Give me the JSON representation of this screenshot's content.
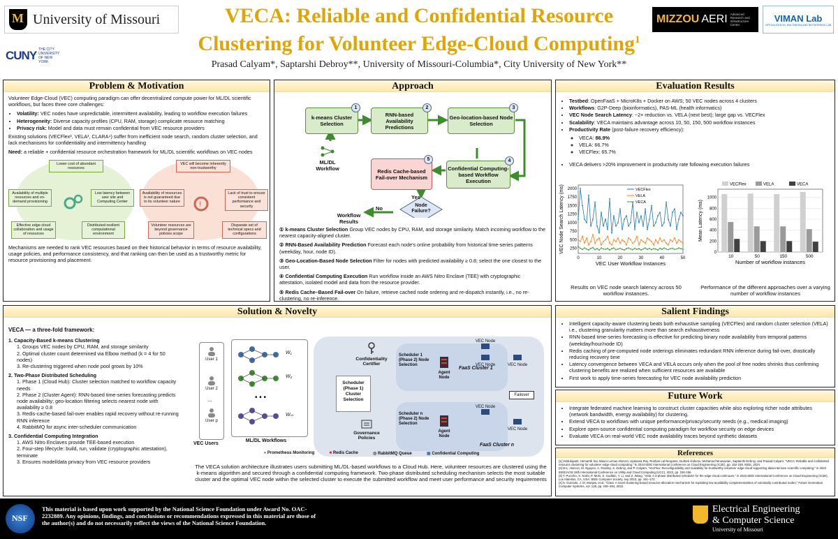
{
  "header": {
    "mu_name": "University of Missouri",
    "cuny_mark": "CUNY",
    "cuny_text": "THE CITY UNIVERSITY OF NEW YORK",
    "title_line1": "VECA: Reliable and Confidential Resource",
    "title_line2": "Clustering for Volunteer Edge-Cloud Computing",
    "title_sup": "1",
    "authors": "Prasad Calyam*, Saptarshi Debroy**, University of Missouri-Columbia*, City University of New York**",
    "aeri_mizzou": "MIZZOU",
    "aeri_name": "AERI",
    "aeri_sub": "Advanced Research and Infrastructure Center",
    "viman": "VIMAN Lab",
    "viman_sub": "VIRTUALIZATION, MULTIMEDIA AND NETWORKING LAB"
  },
  "problem": {
    "title": "Problem & Motivation",
    "intro": "Volunteer Edge-Cloud (VEC) computing paradigm can offer decentralized compute power for ML/DL scientific workflows, but faces three core challenges:",
    "bullets": [
      {
        "b": "Volatility:",
        "t": " VEC nodes have unpredictable, intermittent availability, leading to workflow execution failures"
      },
      {
        "b": "Heterogeneity:",
        "t": " Diverse capacity profiles (CPU, RAM, storage) complicate resource matching"
      },
      {
        "b": "Privacy risk:",
        "t": " Model and data must remain confidential from VEC resource providers"
      }
    ],
    "existing": "Existing solutions (VECFlex², VELA³, CLARA⁴) suffer from inefficient node search, random cluster selection, and lack mechanisms for confidentiality and intermittency handling",
    "need_b": "Need:",
    "need_t": " a reliable + confidential resource orchestration framework for ML/DL scientific workflows on VEC nodes",
    "diagram": {
      "top_left": "Lower cost of abundant resources",
      "top_right": "VEC will become inherently non-trustworthy",
      "avail": "Availability of multiple resources and on-demand provisioning",
      "latency": "Low latency between user site and Computing Center",
      "notguar": "Availability of resources is not guaranteed due to its volunteer nature",
      "trust": "Lack of trust to ensure consistent performance and security",
      "collab": "Effective edge-cloud collaboration and usage of resources",
      "distrib": "Distributed-resilient computational environment",
      "beyond": "Volunteer resources are beyond governance policies scope",
      "disparate": "Disparate set of technical specs and configurations"
    },
    "mech": "Mechanisms are needed to rank VEC resources based on their historical behavior in terms of resource availability, usage policies, and performance consistency, and that ranking can then be used as a trustworthy metric for resource provisioning and placement."
  },
  "approach": {
    "title": "Approach",
    "boxes": {
      "kmeans": "k-means Cluster Selection",
      "rnn": "RNN-based Availability Predictions",
      "geo": "Geo-location-based Node Selection",
      "redis": "Redis Cache-based Fail-over Mechanism",
      "conf": "Confidential Computing-based Workflow Execution",
      "mldl": "ML/DL Workflow",
      "results": "Workflow Results",
      "failure": "Node Failure?",
      "yes": "Yes",
      "no": "No"
    },
    "steps": [
      {
        "n": "①",
        "b": " k-means Cluster Selection",
        "t": " Group VEC nodes by CPU, RAM, and storage similarity. Match incoming workflow to the nearest capacity-aligned cluster."
      },
      {
        "n": "②",
        "b": " RNN-Based Availability Prediction",
        "t": " Forecast each node's online probability from historical time-series patterns (weekday, hour, node ID)."
      },
      {
        "n": "③",
        "b": " Geo-Location-Based Node Selection",
        "t": " Filter for nodes with predicted availability ≥ 0.8; select the one closest to the user."
      },
      {
        "n": "④",
        "b": " Confidential Computing Execution",
        "t": " Run workflow inside an AWS Nitro Enclave (TEE) with cryptographic attestation, isolated model and data from the resource provider."
      },
      {
        "n": "⑤",
        "b": " Redis Cache–Based Fail-over",
        "t": " On failure, retrieve cached node ordering and re-dispatch instantly, i.e., no re-clustering, no re-inference."
      }
    ]
  },
  "evaluation": {
    "title": "Evaluation Results",
    "bullets": [
      {
        "b": "Testbed",
        "t": ": OpenFaaS + MicroK8s + Docker on AWS; 50 VEC nodes across 4 clusters"
      },
      {
        "b": "Workflows",
        "t": ": G2P-Deep (bioinformatics), PAS-ML (health informatics)"
      },
      {
        "b": "VEC Node Search Latency",
        "t": ": ~2× reduction vs. VELA (next best); large gap vs. VECFlex"
      },
      {
        "b": "Scalability",
        "t": ": VECA maintains advantage across 10, 50, 150, 500 workflow instances"
      },
      {
        "b": "Productivity Rate",
        "t": " (post-failure recovery efficiency):"
      }
    ],
    "prod": [
      {
        "t": "VECA: ",
        "b": "86.9%"
      },
      {
        "t": "VELA: 66.7%",
        "b": ""
      },
      {
        "t": "VECFlex: 65.7%",
        "b": ""
      }
    ],
    "improve": "VECA delivers >20% improvement in productivity rate following execution failures",
    "cap1": "Results on VEC node search latency across 50 workflow instances.",
    "cap2": "Performance of the different approaches over a varying number of workflow instances"
  },
  "chart_data": [
    {
      "type": "line",
      "xlabel": "VEC User Workflow Instances",
      "ylabel": "VEC Node Search Latency (ms)",
      "xlim": [
        0,
        50
      ],
      "ylim": [
        100,
        2100
      ],
      "xticks": [
        0,
        10,
        20,
        30,
        40,
        50
      ],
      "yticks": [
        250,
        500,
        750,
        1000,
        1250,
        1500,
        1750,
        2000
      ],
      "legend": "top-center",
      "series": [
        {
          "name": "VECFlex",
          "color": "#1f77b4",
          "values": [
            1100,
            2000,
            1500,
            1100,
            1000,
            1800,
            900,
            1100,
            1600,
            900,
            700,
            1300,
            900,
            1100,
            800,
            1700,
            700,
            1200,
            900,
            1000,
            1400,
            800,
            1100,
            1200,
            900,
            1000,
            1600,
            800,
            1300,
            1000,
            1200,
            900,
            1400,
            800,
            1100,
            1500,
            900,
            1000,
            1200,
            1300,
            900,
            1000,
            1600,
            1100,
            900,
            1300,
            1400,
            800,
            1100,
            1300,
            1200
          ]
        },
        {
          "name": "VELA",
          "color": "#ff7f0e",
          "values": [
            500,
            450,
            600,
            400,
            550,
            350,
            450,
            650,
            400,
            500,
            550,
            350,
            450,
            500,
            600,
            400,
            350,
            500,
            450,
            550,
            400,
            500,
            450,
            350,
            550,
            500,
            400,
            450,
            600,
            350,
            500,
            450,
            400,
            550,
            500,
            450,
            350,
            500,
            400,
            550,
            450,
            500,
            400,
            350,
            500,
            450,
            550,
            400,
            500,
            450,
            400
          ]
        },
        {
          "name": "VECA",
          "color": "#2ca02c",
          "values": [
            300,
            250,
            220,
            260,
            230,
            200,
            250,
            270,
            210,
            240,
            200,
            260,
            230,
            220,
            250,
            200,
            240,
            260,
            210,
            230,
            250,
            220,
            200,
            240,
            260,
            230,
            210,
            250,
            220,
            240,
            200,
            230,
            260,
            220,
            250,
            210,
            240,
            230,
            200,
            250,
            220,
            260,
            230,
            210,
            240,
            250,
            220,
            230,
            260,
            240,
            220
          ]
        }
      ]
    },
    {
      "type": "bar",
      "xlabel": "Number of workflow instances",
      "ylabel": "Mean Latency (ms)",
      "categories": [
        "10",
        "50",
        "150",
        "500"
      ],
      "ylim": [
        0,
        1150
      ],
      "yticks": [
        0,
        200,
        400,
        600,
        800,
        1000
      ],
      "legend": "top",
      "series": [
        {
          "name": "VECFlex",
          "color": "#d0d0d0",
          "values": [
            1060,
            1070,
            1060,
            1100
          ]
        },
        {
          "name": "VELA",
          "color": "#9a9a9a",
          "values": [
            550,
            470,
            470,
            420
          ]
        },
        {
          "name": "VECA",
          "color": "#404040",
          "values": [
            240,
            200,
            200,
            190
          ]
        }
      ]
    }
  ],
  "solution": {
    "title": "Solution & Novelty",
    "framework": "VECA — a three-fold framework:",
    "s1": "1.  Capacity-Based k-means Clustering",
    "s1_items": [
      "1.  Groups VEC nodes by CPU, RAM, and storage similarity",
      "2.  Optimal cluster count determined via Elbow method (k = 4 for 50 nodes)",
      "3.  Re-clustering triggered when node pool grows by 10%"
    ],
    "s2": "2.  Two-Phase Distributed Scheduling",
    "s2_items": [
      "1.  Phase 1 (Cloud Hub): Cluster selection matched to workflow capacity needs",
      "2.  Phase 2 (Cluster Agent): RNN-based time-series forecasting predicts node availability; geo-location filtering selects nearest node with availability ≥ 0.8",
      "3.  Redis-cache-based fail-over enables rapid recovery without re-running RNN inference",
      "4.  RabbitMQ for async inter-scheduler communication"
    ],
    "s3": "3.  Confidential Computing Integration",
    "s3_items": [
      "1.  AWS Nitro Enclaves provide TEE-based execution",
      "2.  Four-step lifecycle: build, run, validate (cryptographic attestation), terminate",
      "3.  Ensures model/data privacy from VEC resource providers"
    ],
    "arch": {
      "user1": "User 1",
      "user2": "User 2",
      "dots": "...",
      "userp": "User p",
      "vecusers": "VEC Users",
      "workflows": "ML/DL Workflows",
      "w1": "W₁",
      "w2": "W₂",
      "wm": "Wₘ",
      "cert": "Confidentiality Certifier",
      "sched1": "Scheduler (Phase 1) Cluster Selection",
      "gov": "Governance Policies",
      "sc1": "Scheduler 1 (Phase 2) Node Selection",
      "scn": "Scheduler n (Phase 2) Node Selection",
      "agent": "Agent Node",
      "vecnode": "VEC Node",
      "faas1": "FaaS Cluster 1",
      "faasn": "FaaS Cluster n",
      "failover": "Failover",
      "prom": "Prometheus Monitoring",
      "redis": "Redis Cache",
      "rabbit": "RabbitMQ Queue",
      "confc": "Confidential Computing"
    },
    "caption": "The VECA solution architecture illustrates users submitting ML/DL-based workflows to a Cloud Hub. Here, volunteer resources are clustered using the k-means algorithm and secured through a confidential computing framework. Two-phase distributed scheduling mechanism selects the most suitable cluster and the optimal VEC node within the selected cluster to execute the submitted workflow and meet user performance and security requirements"
  },
  "salient": {
    "title": "Salient Findings",
    "items": [
      "Intelligent capacity-aware clustering beats both exhaustive sampling (VECFlex) and random cluster selection (VELA) i.e., clustering granularity matters more than search exhaustiveness",
      "RNN-based time-series forecasting is effective for predicting binary node availability from temporal patterns (weekday/hour/node ID)",
      "Redis caching of pre-computed node orderings eliminates redundant RNN inference during fail-over, drastically reducing recovery time",
      "Latency convergence between VECA and VELA occurs only when the pool of free nodes shrinks thus confirming clustering benefits are realized when sufficient resources are available",
      "First work to apply time-series forecasting for VEC node availability prediction"
    ]
  },
  "future": {
    "title": "Future Work",
    "items": [
      "Integrate federated machine learning to construct cluster capacities while also exploring richer node attributes (network bandwidth, energy availability) for clustering.",
      "Extend VECA to workflows with unique performance/privacy/security needs (e.g., medical imaging)",
      "Explore open-source confidential computing paradigm for workflow security on edge devices",
      "Evaluate VECA on real-world VEC node availability traces beyond synthetic datasets"
    ]
  },
  "references": {
    "title": "References",
    "items": [
      "[1] Velduluparti, Hemanth Sai, Mauro Lemus Alarcon, Upasana Roy, Roshan Lal Neupane, Durbek Gafurov, Mohamed Mousavian, Saptarshi Debroy, and Prasad Calyam. \"VECA: Reliable and confidential resource clustering for volunteer edge-cloud computing.\" In 2024 IEEE International Conference on Cloud Engineering (IC2E), pp. 152-159. IEEE, 2024.",
      "[2] M.L. Alarcon, M. Nguyen, A. Pandey, S. Debroy, and P. Calyam, \"VecFlex: Reconfigurability and scalability for trustworthy volunteer edge-cloud supporting data-intensive scientific computing,\" in 2022 IEEE/ACM 15th International Conference on Utility and Cloud Computing (UCC), 2022, pp. 150-156.",
      "[3] T. Pucchio, S. Norbi, P. Mohi, S. Gudlain, Y. Li, and Z. Wang, \"Vela: A 3-phase distributed scheduler for the edge-cloud continuum,\" in 2023 IEEE International Conference on Cloud Engineering (IC2E), Los Alamitos, CA, USA: IEEE Computer Society, sep 2023, pp. 161–172.",
      "[4] S. Gonzalo, J. M. Monjas, et al. \"Clara: A novel clustering-based resource-allocation mechanism for exploiting low-availability complementarities of voluntarily contributed nodes,\" Future Generation Computer Systems, vol. 128, pp. 248–264, 2022."
    ]
  },
  "footer": {
    "nsf": "NSF",
    "funding": "This material is based upon work supported by the National Science Foundation under Award No. OAC- 2232889. Any opinions, findings, and conclusions or recommendations expressed in this material are those of the author(s) and do not necessarily reflect the views of the National Science Foundation.",
    "ece_line1": "Electrical Engineering",
    "ece_line2": "& Computer Science",
    "ece_univ": "University of Missouri"
  }
}
